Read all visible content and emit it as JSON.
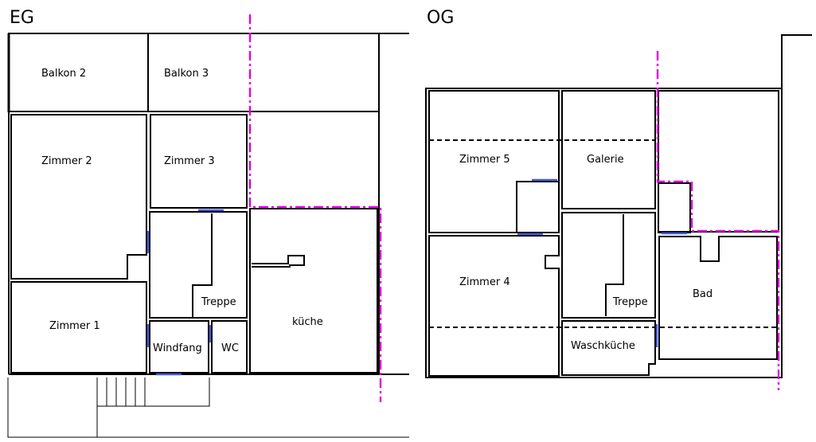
{
  "floors": {
    "eg": {
      "title": "EG",
      "rooms": {
        "balkon2": "Balkon 2",
        "balkon3": "Balkon 3",
        "zimmer2": "Zimmer 2",
        "zimmer3": "Zimmer 3",
        "zimmer1": "Zimmer 1",
        "treppe": "Treppe",
        "windfang": "Windfang",
        "wc": "WC",
        "kueche": "küche"
      }
    },
    "og": {
      "title": "OG",
      "rooms": {
        "zimmer5": "Zimmer 5",
        "galerie": "Galerie",
        "zimmer4": "Zimmer 4",
        "treppe": "Treppe",
        "bad": "Bad",
        "waschkueche": "Waschküche"
      }
    }
  },
  "colors": {
    "walls": "#000000",
    "axis_lines": "#e000e0",
    "openings": "#4458d8"
  }
}
